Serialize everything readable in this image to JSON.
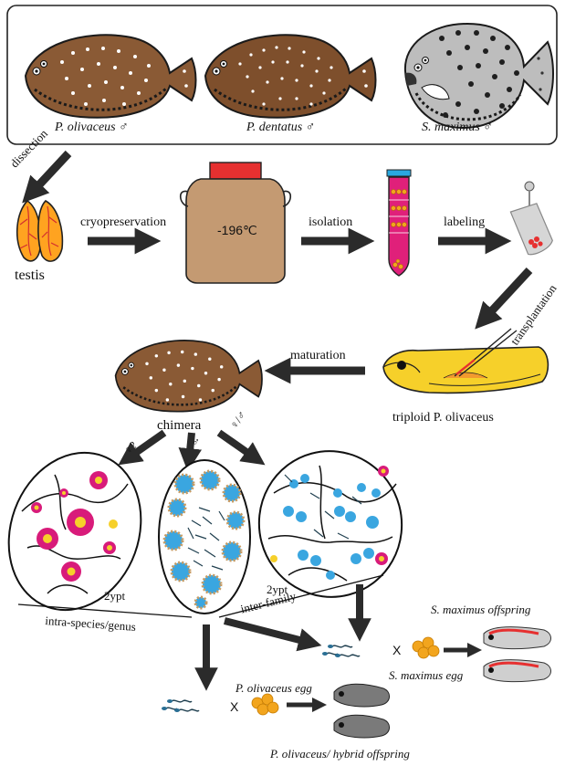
{
  "species": [
    {
      "name": "P. olivaceus ♂"
    },
    {
      "name": "P. dentatus ♂"
    },
    {
      "name": "S. maximus ♂"
    }
  ],
  "steps": {
    "dissection": "dissection",
    "testis": "testis",
    "cryopreservation": "cryopreservation",
    "temperature": "-196℃",
    "isolation": "isolation",
    "labeling": "labeling",
    "transplantation": "transplantation",
    "maturation": "maturation",
    "host": "triploid P. olivaceus",
    "chimera": "chimera"
  },
  "sex_labels": {
    "left": "♀?",
    "middle": "♂",
    "right": "♀/♂"
  },
  "crosses": {
    "ypt_left": "2ypt",
    "ypt_right": "2ypt",
    "intra": "intra-species/genus",
    "inter": "inter-family",
    "cross_symbol": "X",
    "smax_egg": "S. maximus egg",
    "smax_offspring": "S. maximus offspring",
    "poli_egg": "P. olivaceus egg",
    "poli_offspring": "P. olivaceus/ hybrid offspring"
  },
  "colors": {
    "fish_brown": "#8a5a35",
    "fish_outline": "#1a1a1a",
    "tank_tan": "#c49a72",
    "cap_red": "#e63030",
    "tube_magenta": "#e0207a",
    "larva_yellow": "#f6d02a",
    "oocyte_pink": "#d81b7a",
    "cell_blue": "#3aa6e0",
    "egg_orange": "#f2a51e"
  }
}
